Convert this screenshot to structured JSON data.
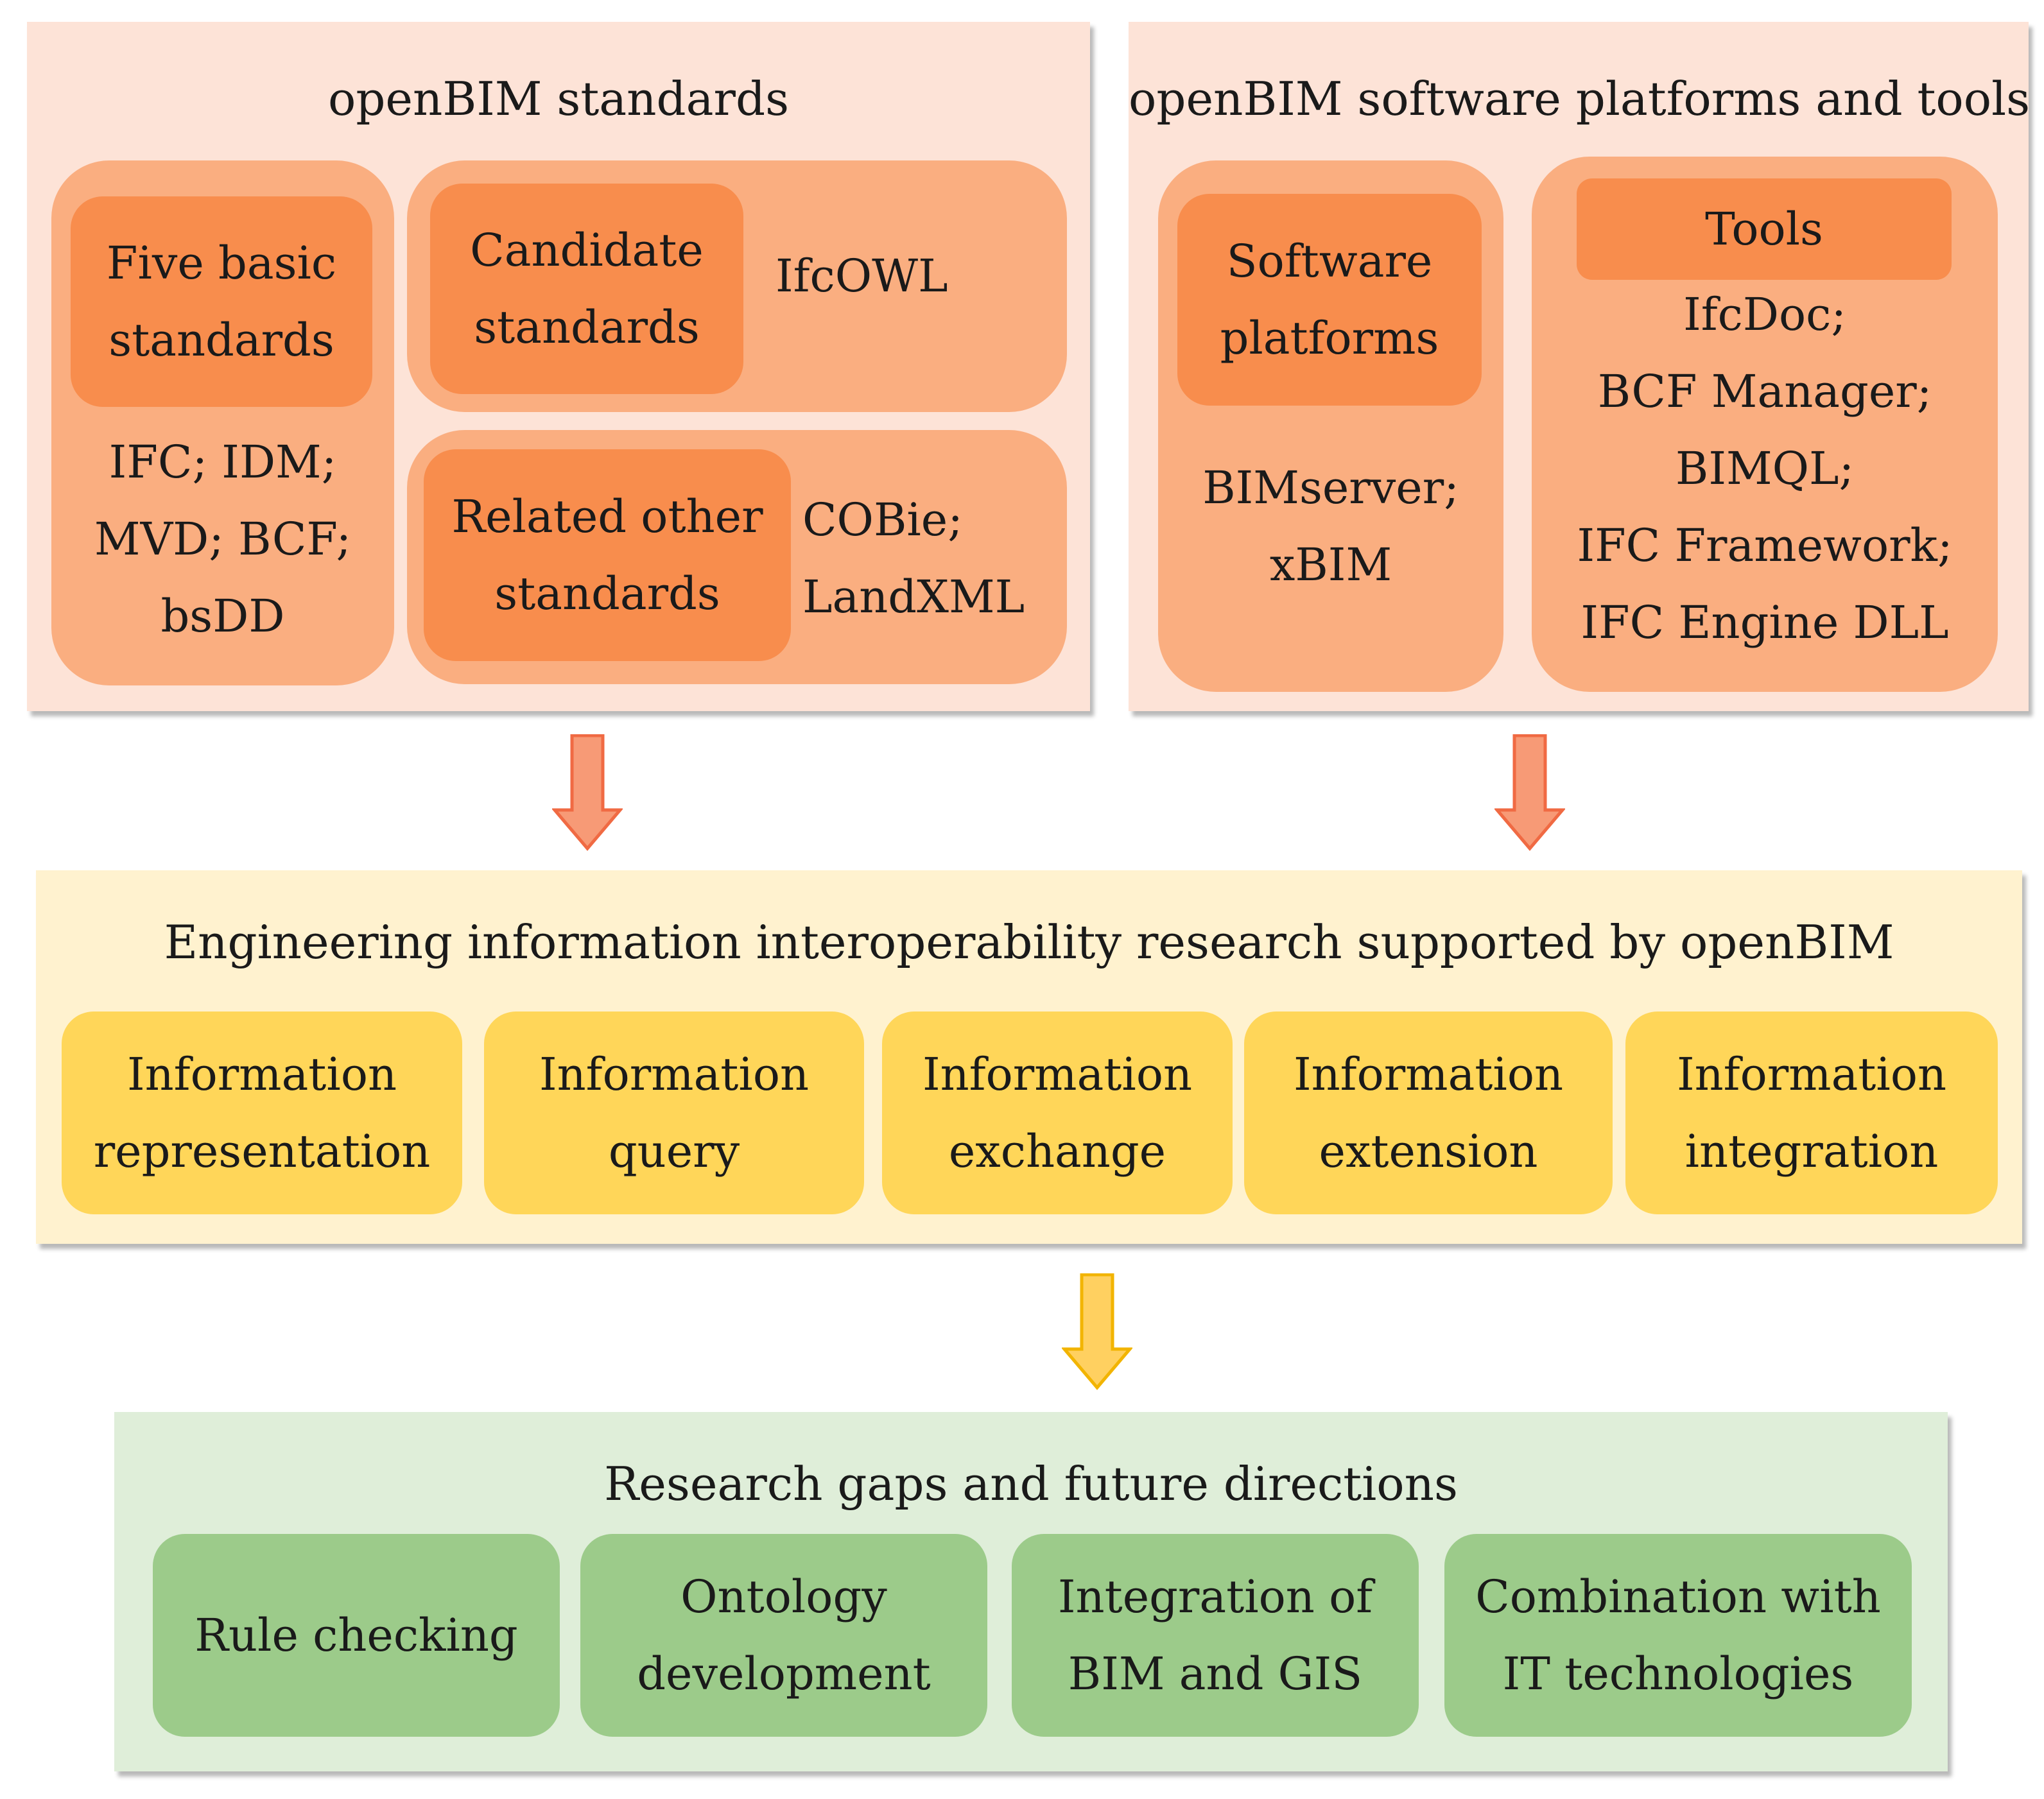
{
  "standards": {
    "title": "openBIM standards",
    "basic": {
      "label": "Five basic\nstandards",
      "items": "IFC; IDM;\nMVD; BCF;\nbsDD"
    },
    "candidate": {
      "label": "Candidate\nstandards",
      "items": "IfcOWL"
    },
    "related": {
      "label": "Related other\nstandards",
      "items": "COBie;\nLandXML"
    }
  },
  "software": {
    "title": "openBIM software platforms and tools",
    "platforms": {
      "label": "Software\nplatforms",
      "items": "BIMserver;\nxBIM"
    },
    "tools": {
      "label": "Tools",
      "items": "IfcDoc;\nBCF Manager;\nBIMQL;\nIFC Framework;\nIFC Engine DLL"
    }
  },
  "research": {
    "title": "Engineering information interoperability research supported by openBIM",
    "items": [
      "Information\nrepresentation",
      "Information\nquery",
      "Information\nexchange",
      "Information\nextension",
      "Information\nintegration"
    ]
  },
  "gaps": {
    "title": "Research gaps and future directions",
    "items": [
      "Rule checking",
      "Ontology\ndevelopment",
      "Integration of\nBIM and GIS",
      "Combination with\nIT technologies"
    ]
  },
  "colors": {
    "top_panel": "#fde3d7",
    "group": "#faae80",
    "tile": "#f88d4d",
    "mid_panel": "#fff2cf",
    "yellow_box": "#ffd659",
    "bottom_panel": "#dfeed9",
    "green_box": "#9ccb8a",
    "arrow_orange": "#f79a76",
    "arrow_yellow": "#ffd060"
  }
}
